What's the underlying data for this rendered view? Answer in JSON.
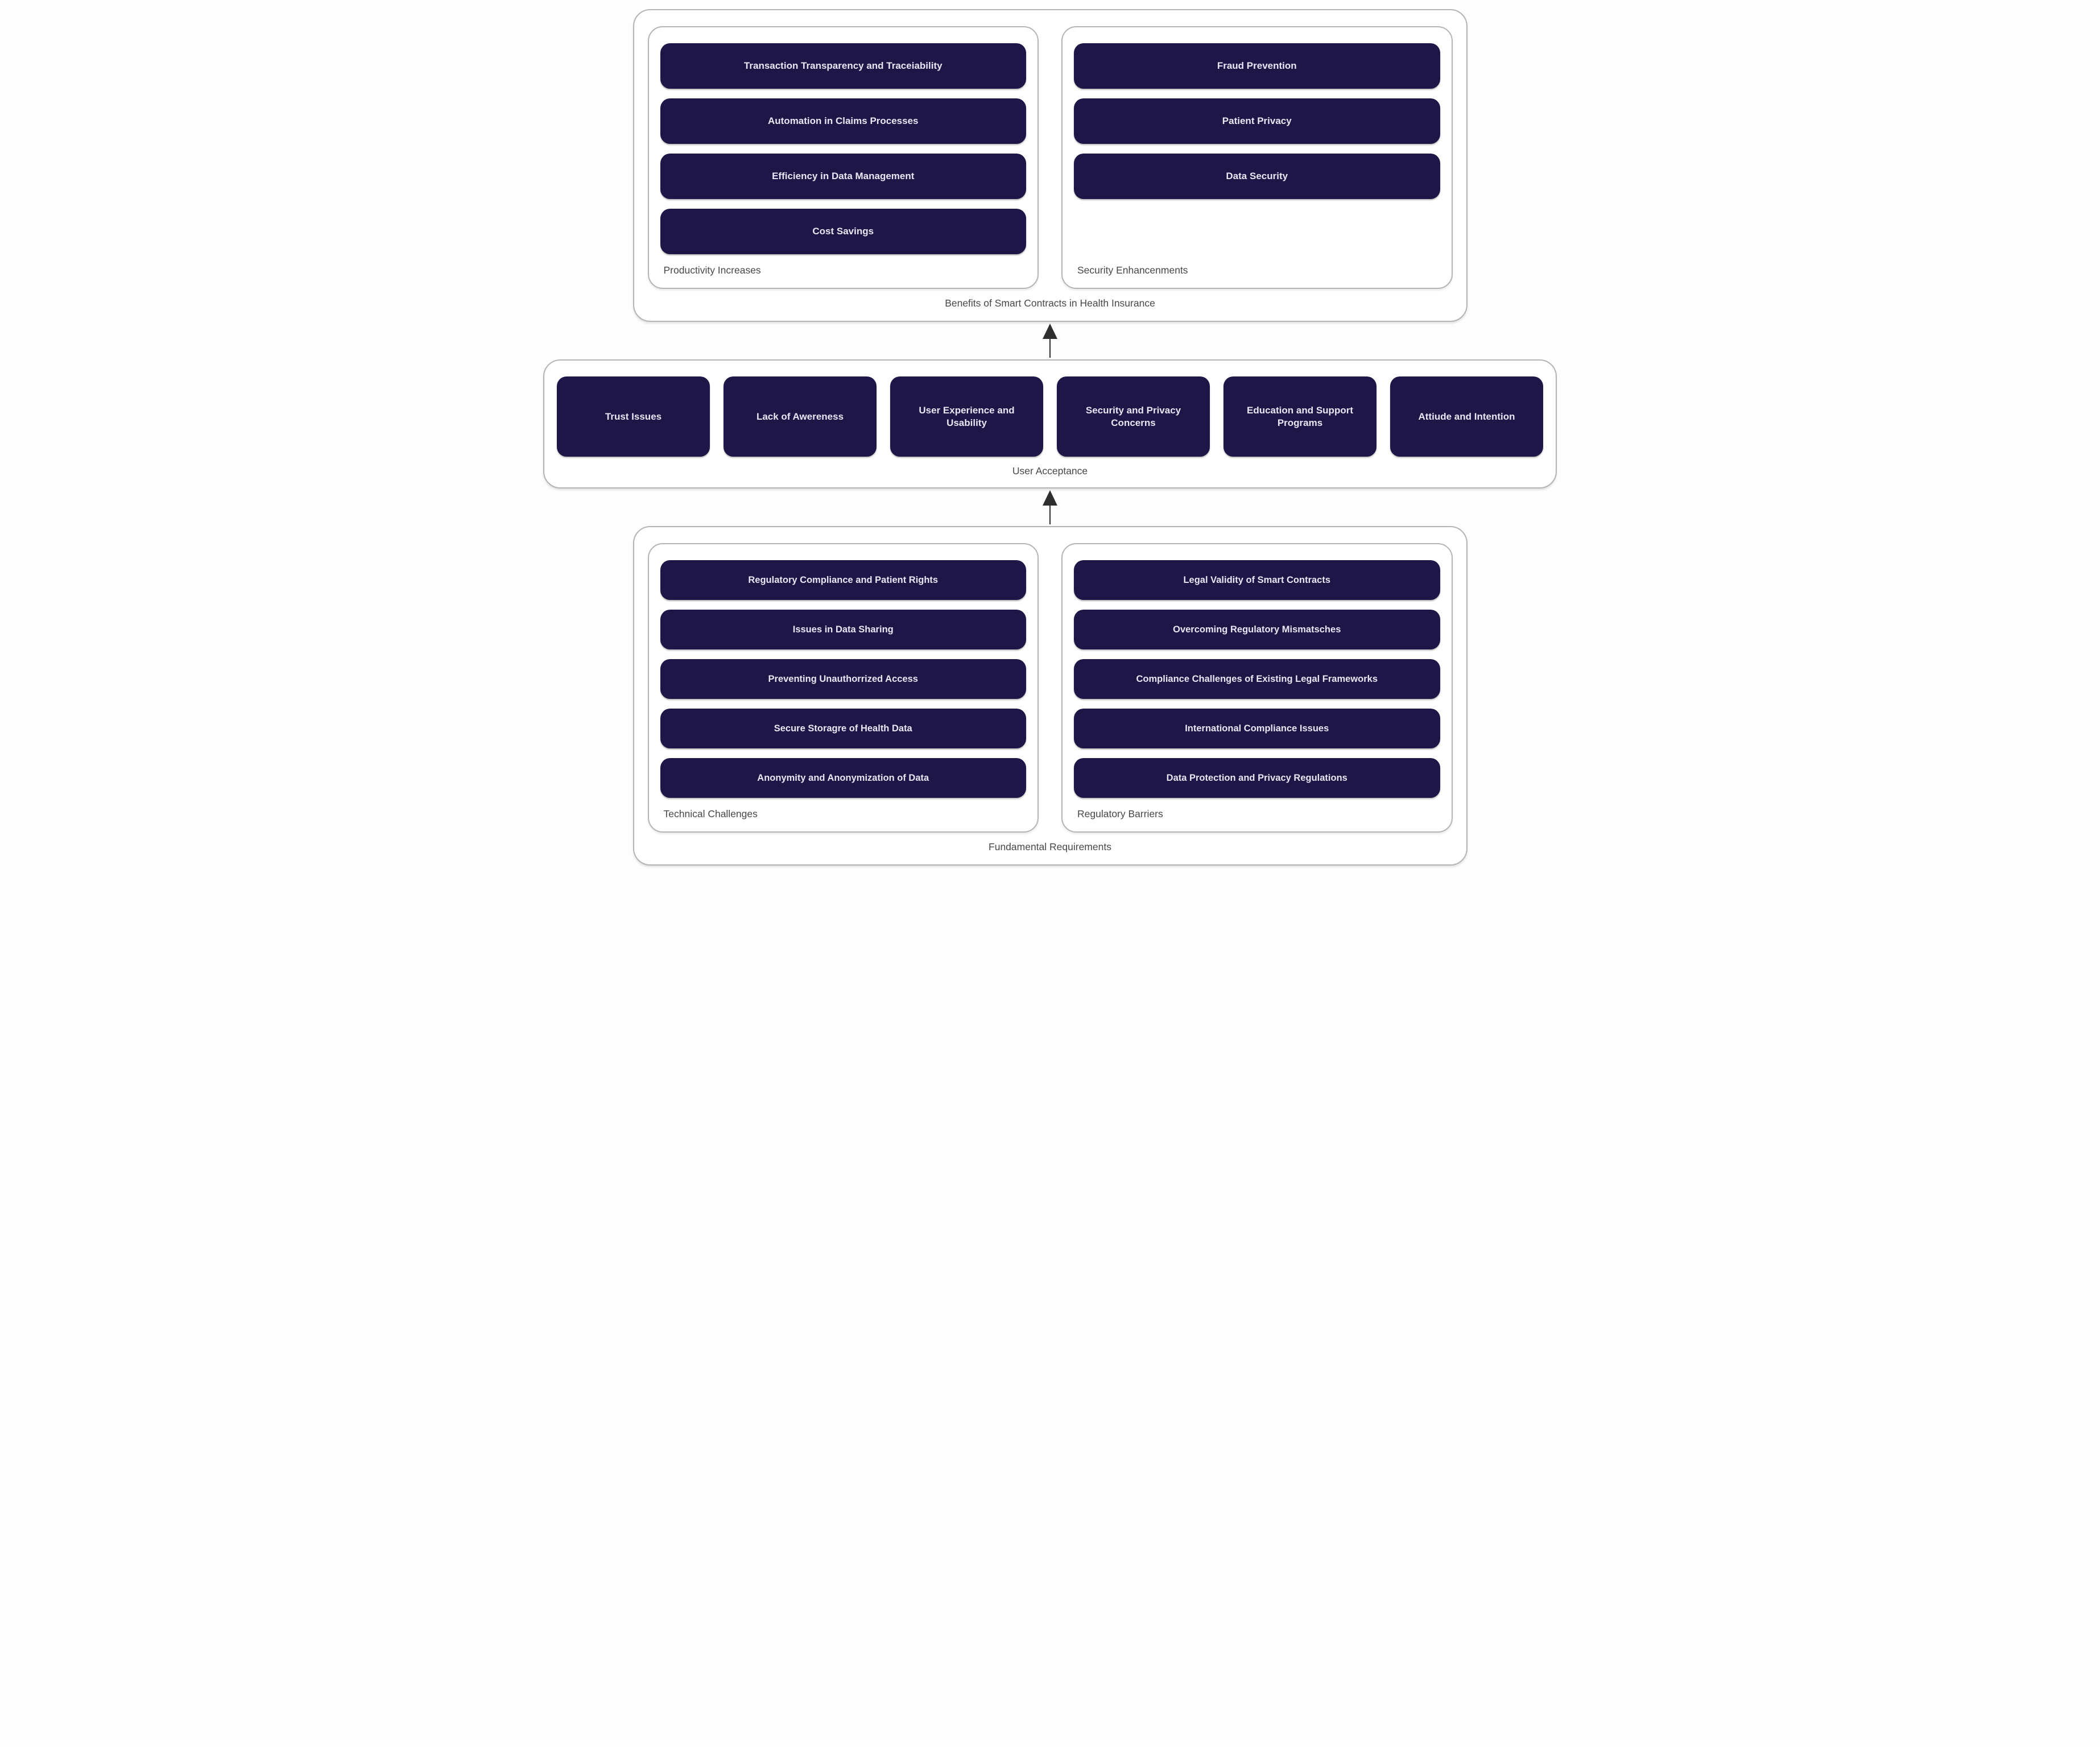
{
  "diagram": {
    "benefits": {
      "title": "Benefits of Smart Contracts in Health Insurance",
      "productivity": {
        "label": "Productivity Increases",
        "items": [
          "Transaction Transparency and Traceiability",
          "Automation in Claims Processes",
          "Efficiency in Data Management",
          "Cost Savings"
        ]
      },
      "security": {
        "label": "Security Enhancenments",
        "items": [
          "Fraud Prevention",
          "Patient Privacy",
          "Data Security"
        ]
      }
    },
    "acceptance": {
      "title": "User Acceptance",
      "items": [
        "Trust Issues",
        "Lack of Awereness",
        "User Experience and Usability",
        "Security and Privacy Concerns",
        "Education and Support Programs",
        "Attiude and Intention"
      ]
    },
    "fundamental": {
      "title": "Fundamental Requirements",
      "technical": {
        "label": "Technical Challenges",
        "items": [
          "Regulatory Compliance and Patient Rights",
          "Issues in Data Sharing",
          "Preventing Unauthorrized Access",
          "Secure Storagre of Health Data",
          "Anonymity and Anonymization of Data"
        ]
      },
      "regulatory": {
        "label": "Regulatory Barriers",
        "items": [
          "Legal Validity of Smart Contracts",
          "Overcoming Regulatory Mismatsches",
          "Compliance Challenges of Existing Legal Frameworks",
          "International Compliance Issues",
          "Data Protection and Privacy Regulations"
        ]
      }
    },
    "colors": {
      "node_fill": "#1e1647",
      "node_text": "#e9e6f5",
      "container_border": "#b4b4b4",
      "label_text": "#474747",
      "arrow": "#2e2e2e",
      "background": "#fdfdfd"
    }
  }
}
